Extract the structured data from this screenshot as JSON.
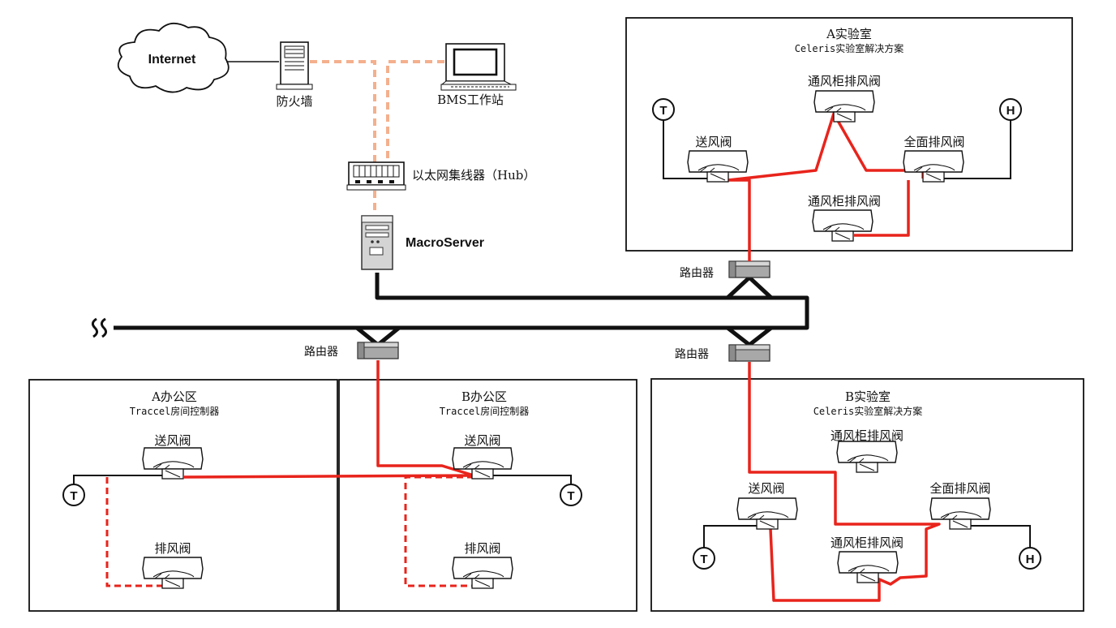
{
  "network": {
    "internet": "Internet",
    "firewall": "防火墙",
    "bms": "BMS工作站",
    "hub": "以太网集线器（Hub）",
    "server": "MacroServer",
    "router": "路由器"
  },
  "lab_a": {
    "title": "A实验室",
    "subtitle": "Celeris实验室解决方案",
    "hood_top": "通风柜排风阀",
    "supply": "送风阀",
    "general_exhaust": "全面排风阀",
    "hood_bottom": "通风柜排风阀",
    "t_sensor": "T",
    "h_sensor": "H"
  },
  "lab_b": {
    "title": "B实验室",
    "subtitle": "Celeris实验室解决方案",
    "hood_top": "通风柜排风阀",
    "supply": "送风阀",
    "general_exhaust": "全面排风阀",
    "hood_bottom": "通风柜排风阀",
    "t_sensor": "T",
    "h_sensor": "H"
  },
  "office_a": {
    "title": "A办公区",
    "subtitle": "Traccel房间控制器",
    "supply": "送风阀",
    "exhaust": "排风阀",
    "t_sensor": "T"
  },
  "office_b": {
    "title": "B办公区",
    "subtitle": "Traccel房间控制器",
    "supply": "送风阀",
    "exhaust": "排风阀",
    "t_sensor": "T"
  }
}
